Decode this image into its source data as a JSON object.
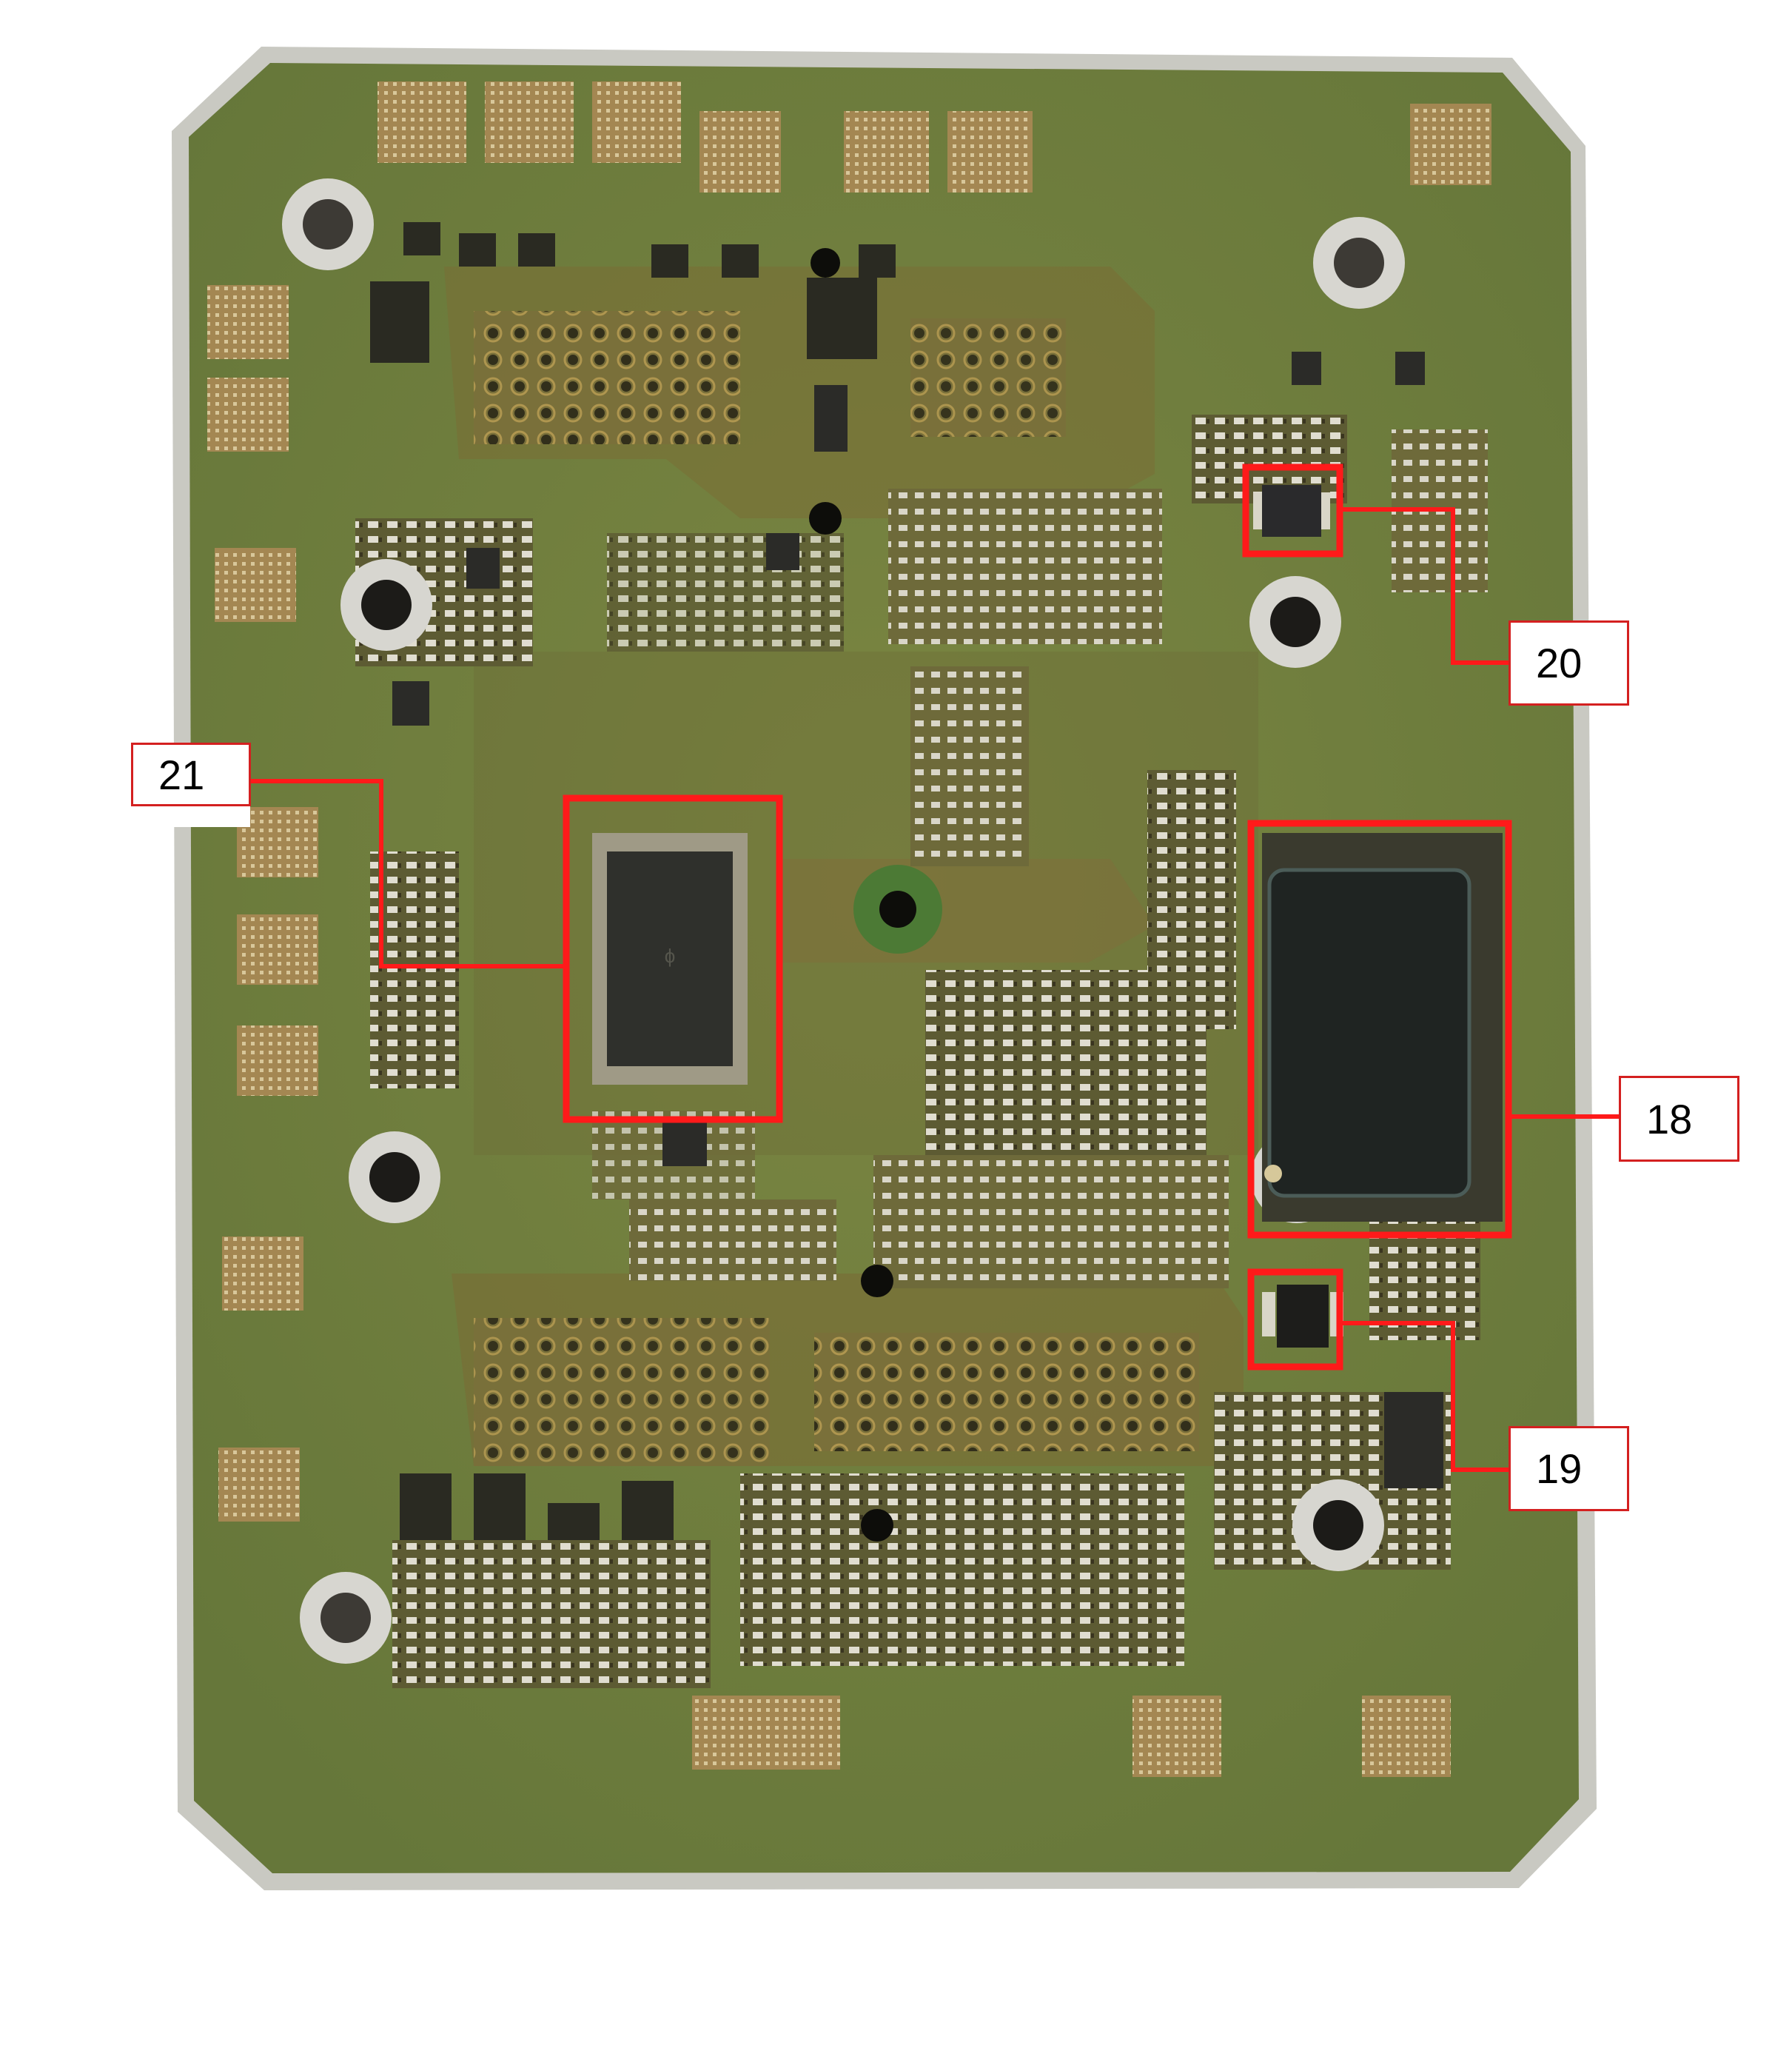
{
  "figure": {
    "subject": "Printed circuit board (ECU) top view",
    "board_color": "#6f7f3c",
    "edge_color": "#c9c9c2",
    "highlight_color": "#ff1a1a"
  },
  "callouts": [
    {
      "id": "20",
      "label": "20",
      "target": "small 8-pin IC (upper right)"
    },
    {
      "id": "21",
      "label": "21",
      "target": "QFP microcontroller (center left)"
    },
    {
      "id": "18",
      "label": "18",
      "target": "large BGA processor (right)"
    },
    {
      "id": "19",
      "label": "19",
      "target": "small 8-pin IC (lower right)"
    }
  ]
}
